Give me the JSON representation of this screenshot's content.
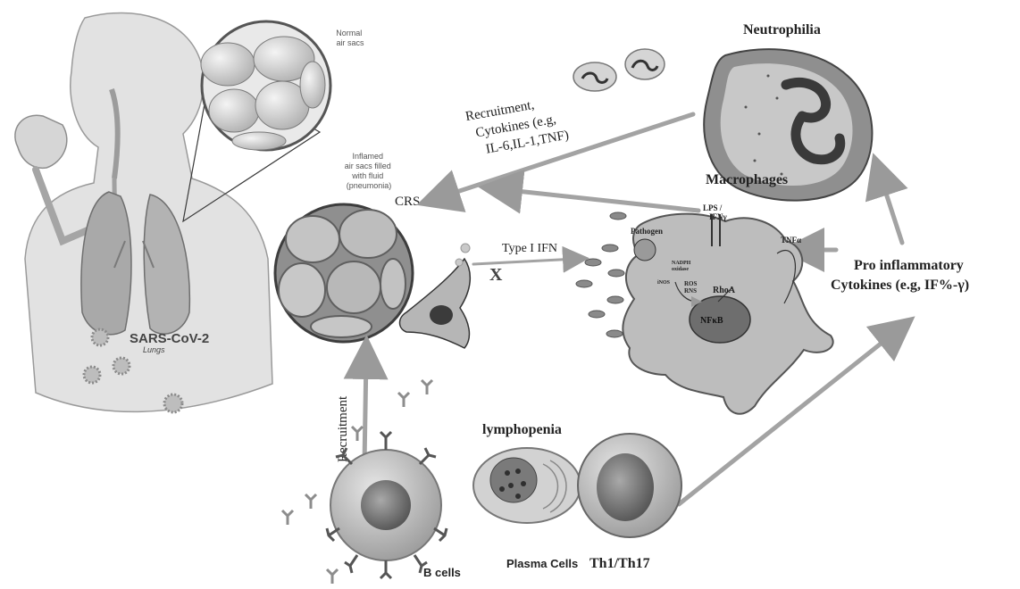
{
  "figure": {
    "lung_panel": {
      "normal_air_sacs": [
        "Normal",
        "air sacs"
      ],
      "inflamed_air_sacs": [
        "Inflamed",
        "air sacs filled",
        "with fluid",
        "(pneumonia)"
      ],
      "lungs": "Lungs"
    },
    "virus_label": "SARS-CoV-2",
    "crs": "CRS",
    "type1_ifn": "Type I IFN",
    "recruitment_cytokines": [
      "Recruitment,",
      "Cytokines (e.g,",
      "IL-6,IL-1,TNF)"
    ],
    "neutrophilia": "Neutrophilia",
    "macrophages": "Macrophages",
    "macrophage_inner": {
      "pathogen": "Pathogen",
      "lps": "LPS /",
      "ifn_gamma": "IFNγ",
      "tnf_alpha": "TNFα",
      "nadph": [
        "NADPH",
        "oxidase"
      ],
      "inos": "iNOS",
      "ros_rns": [
        "ROS",
        "RNS"
      ],
      "rhoa": "RhoA",
      "nfkb": "NFκB"
    },
    "pro_inflammatory": [
      "Pro inflammatory",
      "Cytokines (e.g, IF%-γ)"
    ],
    "recruitment_vertical": "Recruitment",
    "lymphopenia": "lymphopenia",
    "b_cells": "B cells",
    "plasma_cells": "Plasma Cells",
    "th_cells": "Th1/Th17",
    "block_symbol": "X"
  }
}
